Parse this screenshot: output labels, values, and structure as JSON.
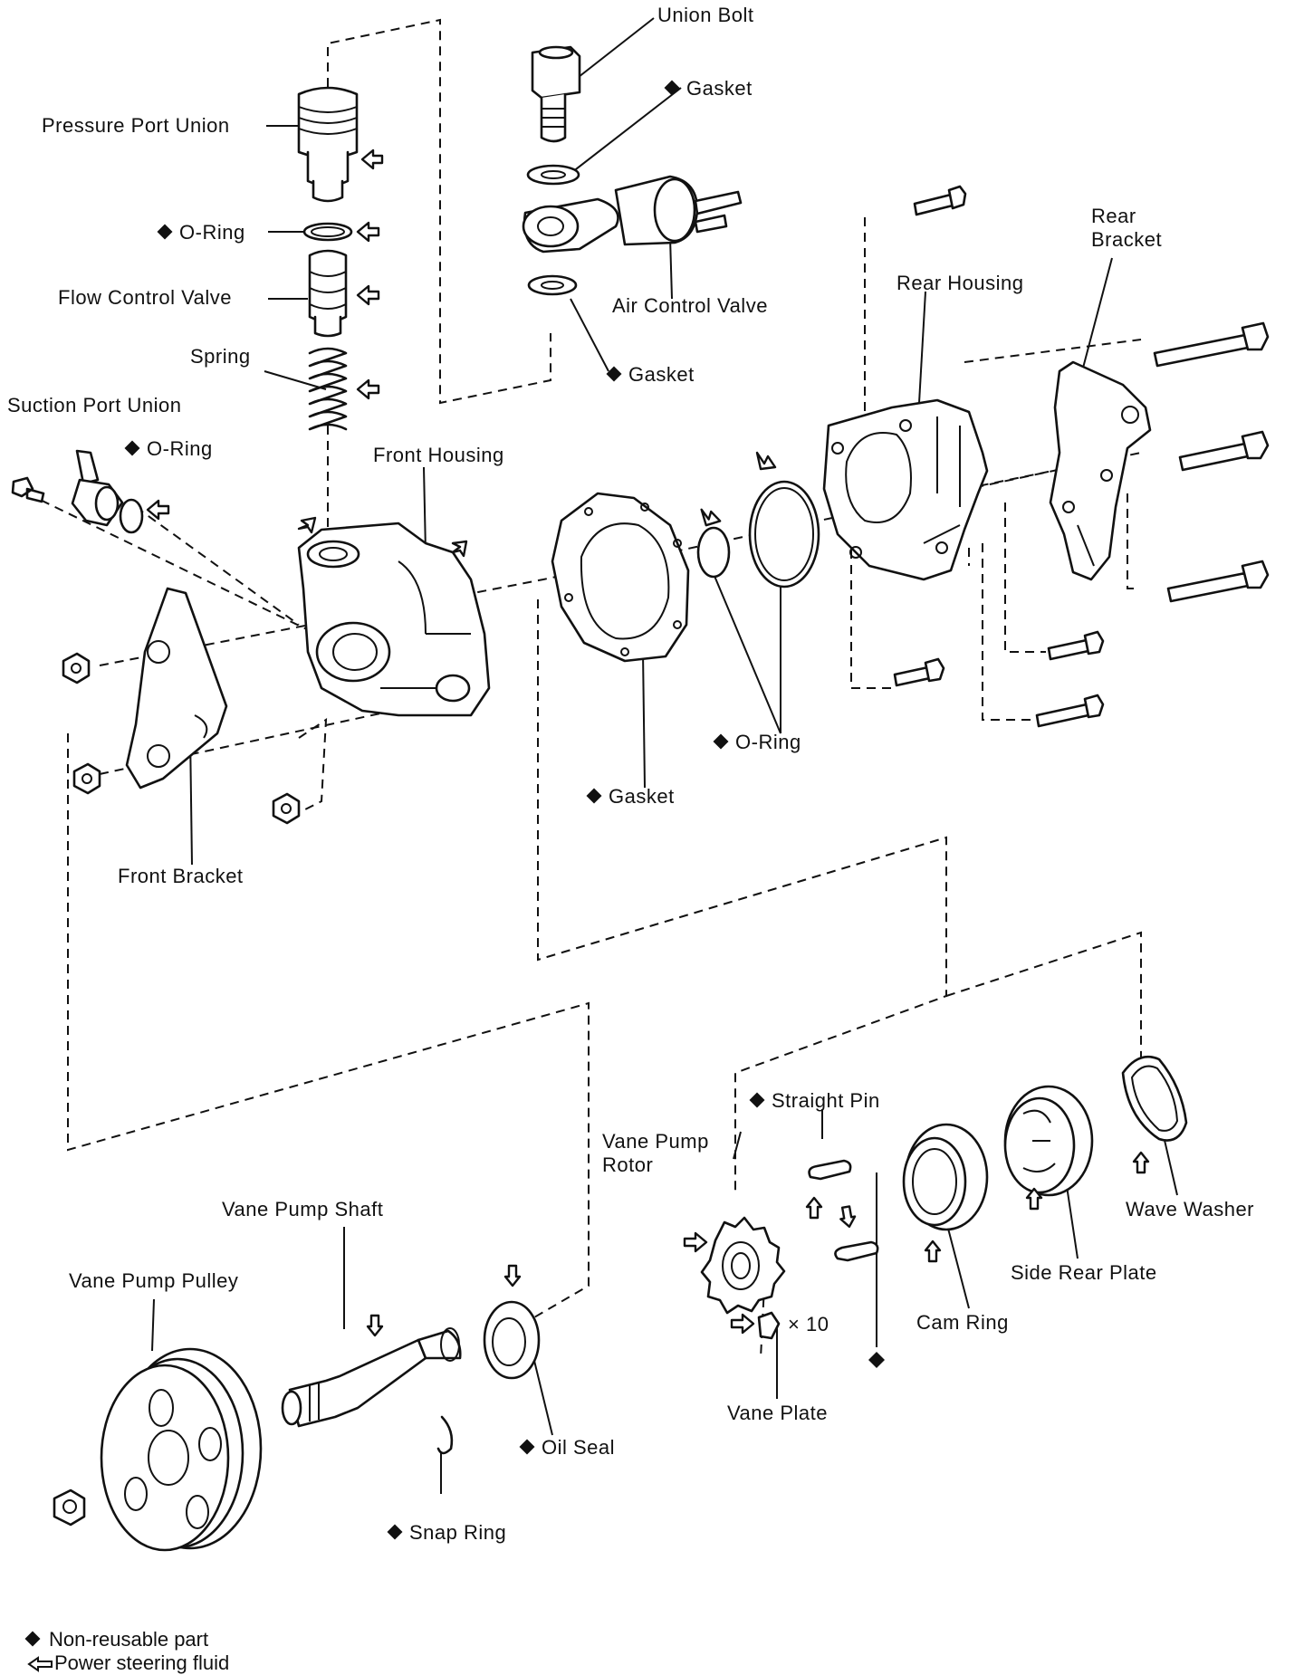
{
  "labels": {
    "union_bolt": "Union Bolt",
    "gasket_top": "Gasket",
    "air_control_valve": "Air Control Valve",
    "gasket_mid": "Gasket",
    "pressure_port_union": "Pressure Port Union",
    "o_ring_top": "O-Ring",
    "flow_control_valve": "Flow Control Valve",
    "spring": "Spring",
    "suction_port_union": "Suction Port Union",
    "o_ring_suction": "O-Ring",
    "front_housing": "Front Housing",
    "rear_housing": "Rear Housing",
    "rear_bracket": "Rear\nBracket",
    "o_ring_pair": "O-Ring",
    "gasket_center": "Gasket",
    "front_bracket": "Front Bracket",
    "straight_pin": "Straight Pin",
    "vane_pump_rotor": "Vane Pump\nRotor",
    "vane_plate_count": "× 10",
    "vane_plate": "Vane Plate",
    "cam_ring": "Cam Ring",
    "side_rear_plate": "Side Rear Plate",
    "wave_washer": "Wave Washer",
    "vane_pump_shaft": "Vane Pump Shaft",
    "vane_pump_pulley": "Vane Pump Pulley",
    "oil_seal": "Oil Seal",
    "snap_ring": "Snap Ring"
  },
  "legend": {
    "non_reusable": "Non-reusable part",
    "fluid": "Power steering fluid"
  }
}
